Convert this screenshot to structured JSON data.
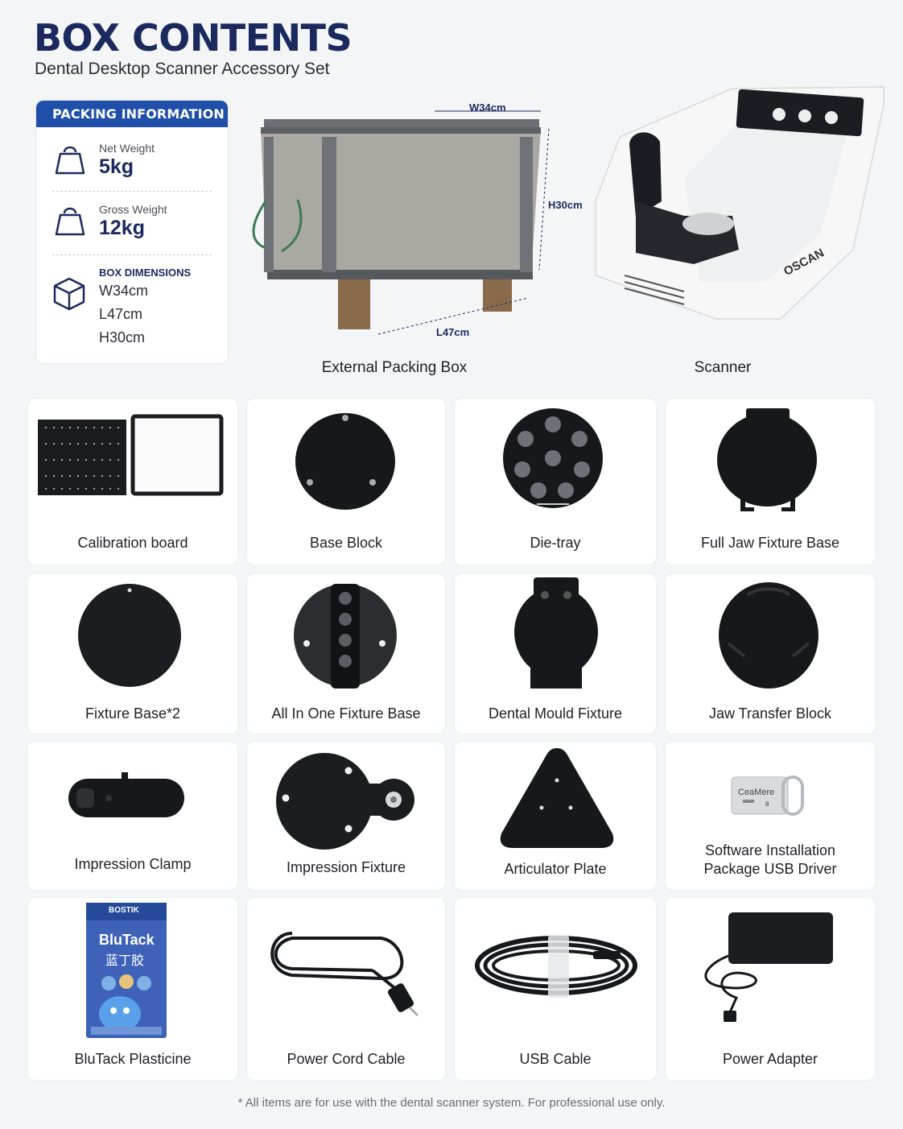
{
  "header": {
    "title": "BOX CONTENTS",
    "subtitle": "Dental Desktop Scanner Accessory Set"
  },
  "packing": {
    "heading": "PACKING INFORMATION",
    "net_weight_label": "Net Weight",
    "net_weight_value": "5kg",
    "gross_weight_label": "Gross Weight",
    "gross_weight_value": "12kg",
    "dimensions_label": "BOX DIMENSIONS",
    "dimensions": [
      "W34cm",
      "L47cm",
      "H30cm"
    ]
  },
  "hero": {
    "box_caption": "External Packing Box",
    "scanner_caption": "Scanner",
    "box_width": "W34cm",
    "box_height": "H30cm",
    "box_length": "L47cm",
    "scanner_brand": "OSCAN"
  },
  "items": [
    {
      "label": "Calibration board"
    },
    {
      "label": "Base Block"
    },
    {
      "label": "Die-tray"
    },
    {
      "label": "Full Jaw Fixture Base"
    },
    {
      "label": "Fixture Base*2"
    },
    {
      "label": "All In One Fixture Base"
    },
    {
      "label": "Dental Mould Fixture"
    },
    {
      "label": "Jaw Transfer Block"
    },
    {
      "label": "Impression Clamp"
    },
    {
      "label": "Impression Fixture"
    },
    {
      "label": "Articulator Plate"
    },
    {
      "label": "Software Installation Package USB Driver",
      "lines": [
        "Software Installation",
        "Package USB Driver"
      ]
    },
    {
      "label": "BluTack Plasticine"
    },
    {
      "label": "Power Cord Cable"
    },
    {
      "label": "USB Cable"
    },
    {
      "label": "Power Adapter"
    }
  ],
  "product_text": {
    "usb_brand": "CeaMere",
    "usb_capacity": "8",
    "blutack_brand": "BOSTIK",
    "blutack_name": "BluTack",
    "blutack_chinese": "蓝丁胶"
  },
  "footnote": "* All items are for use with the dental scanner system. For professional use only.",
  "colors": {
    "accent": "#1f4fa8",
    "title": "#1b2a5e",
    "background": "#f4f5f7"
  }
}
